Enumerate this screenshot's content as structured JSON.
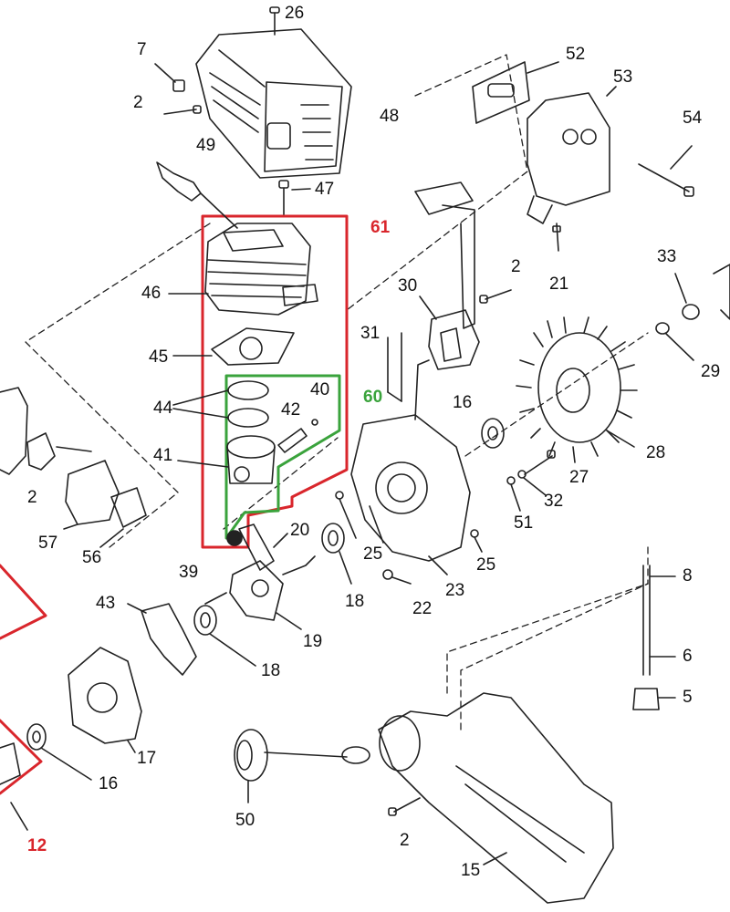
{
  "colors": {
    "ink": "#222222",
    "red_group": "#d9262c",
    "green_group": "#3aa33c",
    "background": "#ffffff"
  },
  "labels": {
    "l26": "26",
    "l7": "7",
    "l2a": "2",
    "l52": "52",
    "l53": "53",
    "l54": "54",
    "l48": "48",
    "l49": "49",
    "l47": "47",
    "l61": "61",
    "l2b": "2",
    "l21": "21",
    "l46": "46",
    "l30": "30",
    "l33": "33",
    "l45": "45",
    "l31": "31",
    "l29": "29",
    "l40": "40",
    "l60": "60",
    "l44": "44",
    "l42": "42",
    "l16a": "16",
    "l28": "28",
    "l41": "41",
    "l27": "27",
    "l2c": "2",
    "l32": "32",
    "l57": "57",
    "l56": "56",
    "l51": "51",
    "l20": "20",
    "l39": "39",
    "l25a": "25",
    "l25b": "25",
    "l18a": "18",
    "l23": "23",
    "l22": "22",
    "l8": "8",
    "l43": "43",
    "l19": "19",
    "l6": "6",
    "l18b": "18",
    "l5": "5",
    "l17": "17",
    "l16b": "16",
    "l50": "50",
    "l12": "12",
    "l2d": "2",
    "l15": "15"
  }
}
